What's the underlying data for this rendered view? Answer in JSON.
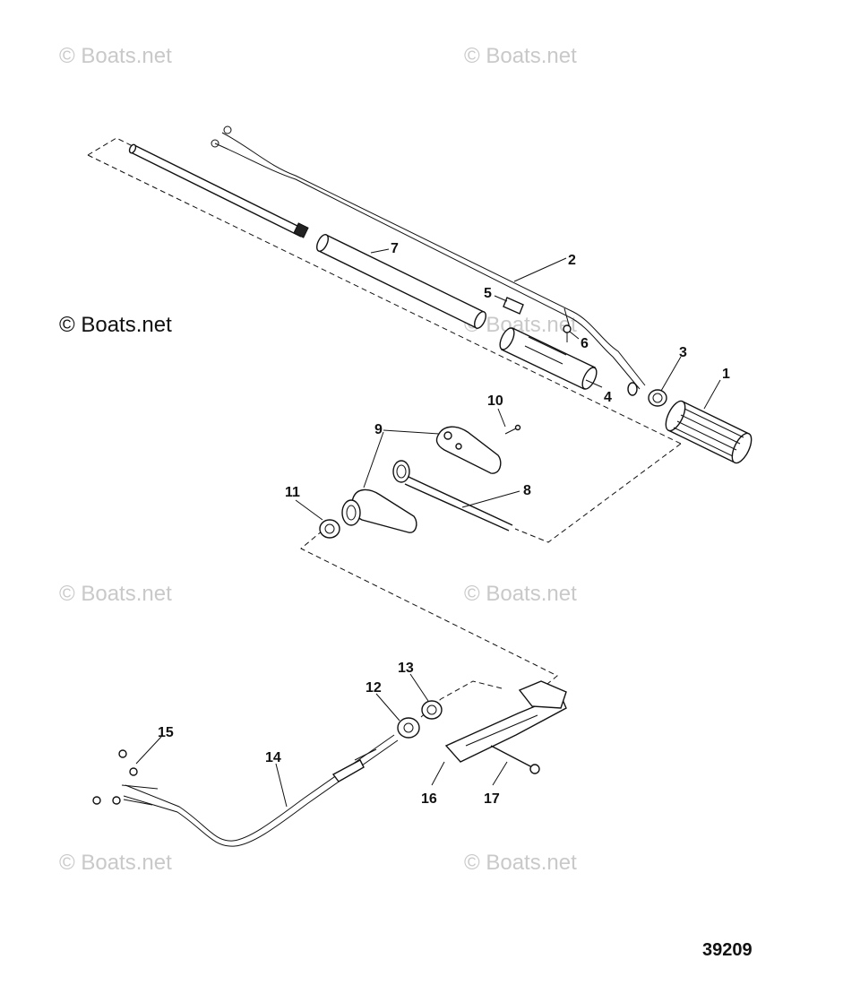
{
  "watermarks": [
    {
      "text": "© Boats.net",
      "style": "faint"
    },
    {
      "text": "© Boats.net",
      "style": "faint"
    },
    {
      "text": "© Boats.net",
      "style": "strong"
    },
    {
      "text": "© Boats.net",
      "style": "faint"
    },
    {
      "text": "© Boats.net",
      "style": "faint"
    },
    {
      "text": "© Boats.net",
      "style": "faint"
    },
    {
      "text": "© Boats.net",
      "style": "faint"
    },
    {
      "text": "© Boats.net",
      "style": "faint"
    }
  ],
  "callouts": [
    {
      "label": "1",
      "part": "throttle-grip"
    },
    {
      "label": "2",
      "part": "throttle-cable-upper"
    },
    {
      "label": "3",
      "part": "bushing"
    },
    {
      "label": "4",
      "part": "throttle-tube"
    },
    {
      "label": "5",
      "part": "retainer-clip"
    },
    {
      "label": "6",
      "part": "screw"
    },
    {
      "label": "7",
      "part": "tiller-tube"
    },
    {
      "label": "8",
      "part": "shaft"
    },
    {
      "label": "9",
      "part": "tiller-housing"
    },
    {
      "label": "10",
      "part": "screw"
    },
    {
      "label": "11",
      "part": "washer"
    },
    {
      "label": "12",
      "part": "nut"
    },
    {
      "label": "13",
      "part": "grommet"
    },
    {
      "label": "14",
      "part": "throttle-cable-lower"
    },
    {
      "label": "15",
      "part": "nut"
    },
    {
      "label": "16",
      "part": "tiller-bracket"
    },
    {
      "label": "17",
      "part": "bolt"
    }
  ],
  "diagram_id": "39209"
}
